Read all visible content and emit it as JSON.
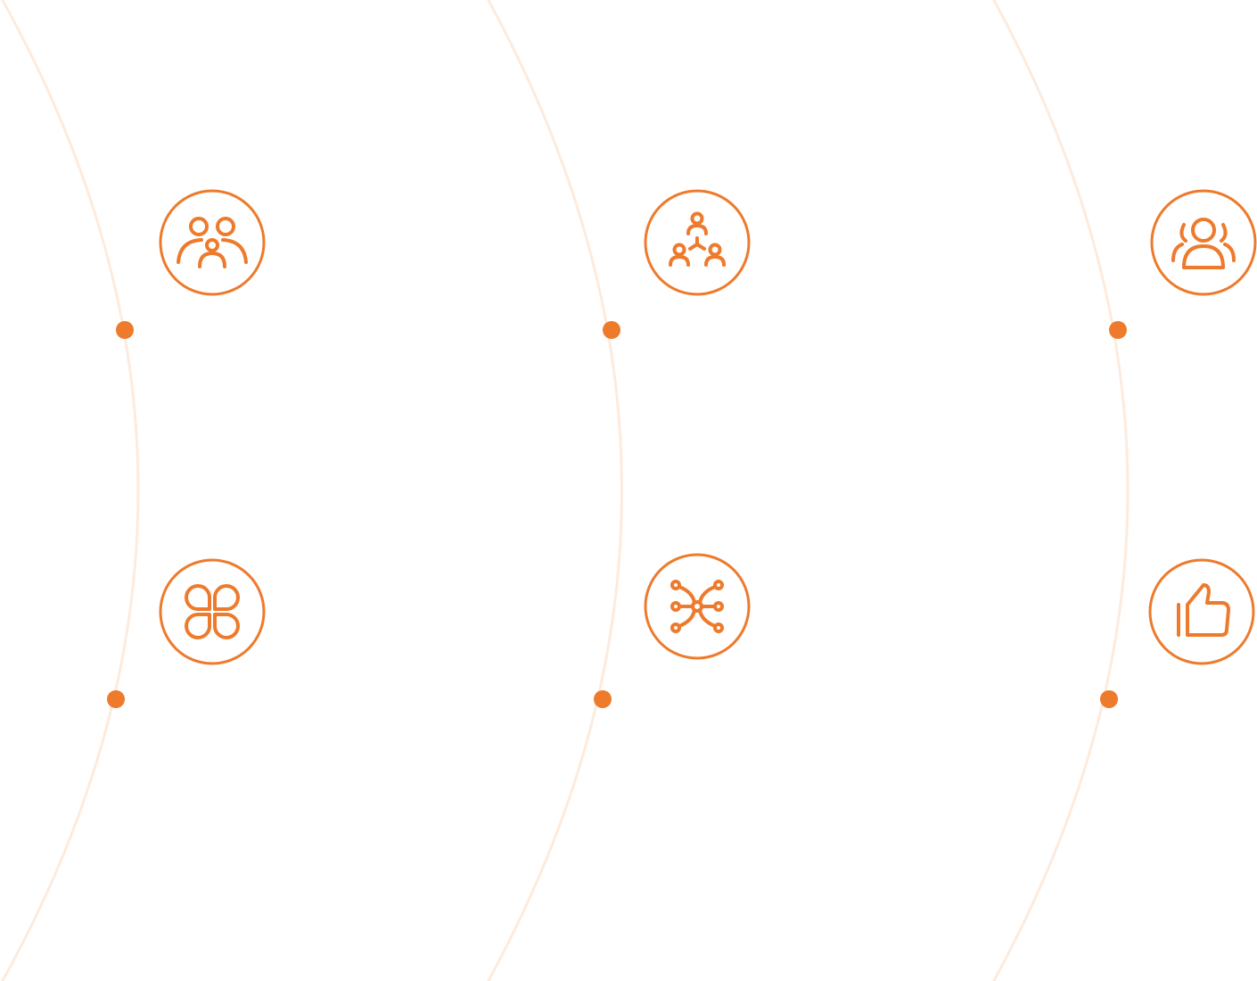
{
  "colors": {
    "accent": "#EE7A2C",
    "arc": "#FDEBDD",
    "background": "#FFFFFF"
  },
  "arcs": [
    {
      "name": "left-arc"
    },
    {
      "name": "middle-arc"
    },
    {
      "name": "right-arc"
    }
  ],
  "icons": [
    {
      "name": "team-group-icon"
    },
    {
      "name": "clover-icon"
    },
    {
      "name": "network-people-icon"
    },
    {
      "name": "connections-icon"
    },
    {
      "name": "community-icon"
    },
    {
      "name": "thumbs-up-icon"
    }
  ]
}
